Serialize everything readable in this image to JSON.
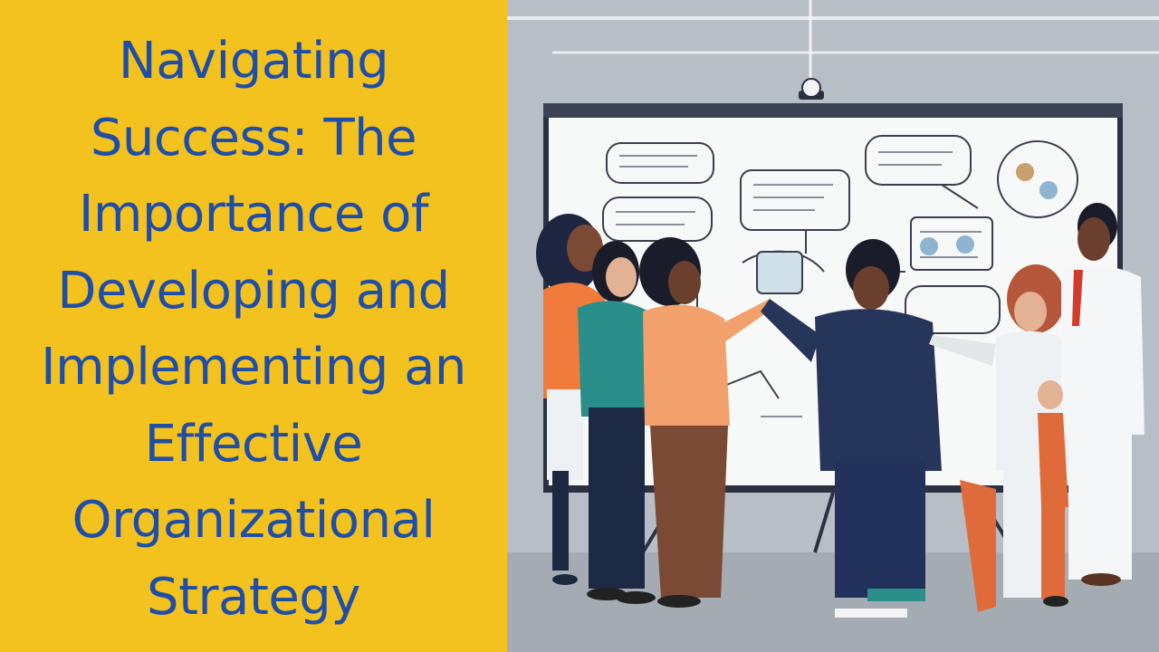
{
  "title_lines": [
    "Navigating",
    "Success: The",
    "Importance of",
    "Developing and",
    "Implementing an",
    "Effective",
    "Organizational",
    "Strategy"
  ],
  "colors": {
    "left_panel": "#f3c21f",
    "title_text": "#1f4ea8",
    "scene_background": "#b9bfc6"
  },
  "illustration": {
    "subject": "team-at-whiteboard",
    "icons": [
      "projector-icon",
      "whiteboard",
      "people-group"
    ]
  }
}
